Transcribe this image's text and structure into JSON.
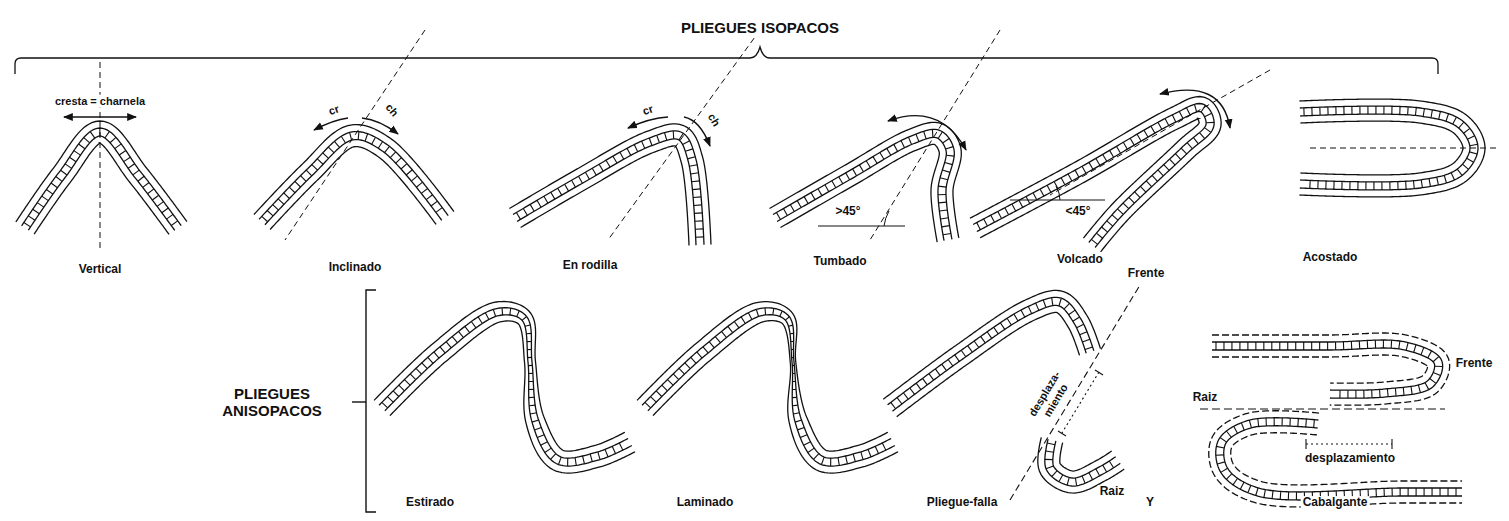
{
  "diagram": {
    "labels": [
      "PLIEGUES ISOPACOS",
      "cresta = charnela",
      "cr",
      "ch",
      "Vertical",
      "Inclinado",
      "cr",
      "ch",
      "En rodilla",
      ">45°",
      "Tumbado",
      "<45°",
      "Volcado",
      "Acostado",
      "PLIEGUES ANISOPACOS",
      "Frente",
      "desplaza- miento",
      "Raiz",
      "Estirado",
      "Laminado",
      "Pliegue-falla",
      "Y",
      "Frente",
      "desplazamiento",
      "Raiz",
      "Cabalgante"
    ]
  }
}
